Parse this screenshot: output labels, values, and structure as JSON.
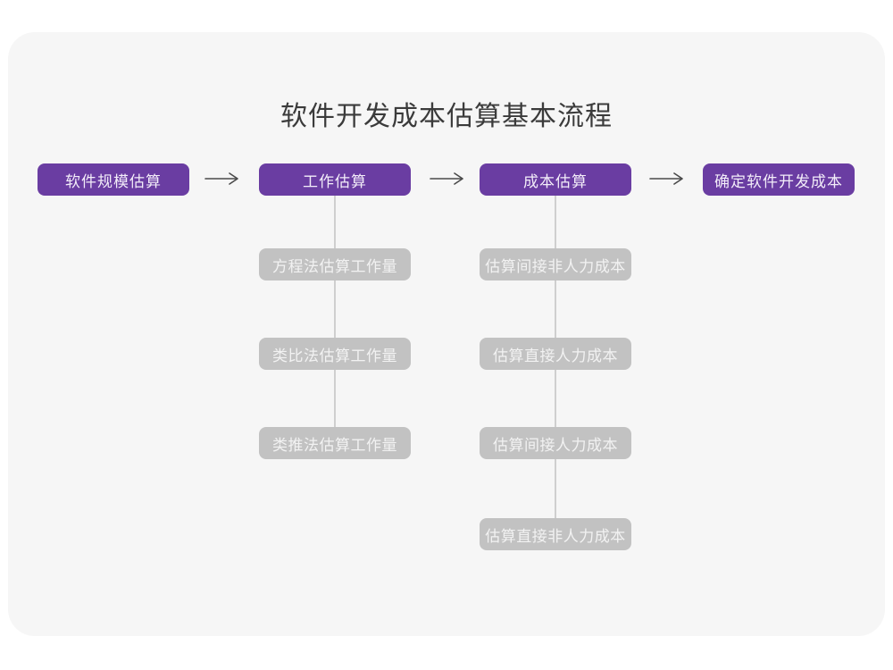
{
  "title": "软件开发成本估算基本流程",
  "colors": {
    "page_background": "#ffffff",
    "card_background": "#f6f6f6",
    "stage_fill": "#6a3da2",
    "stage_text": "#f3edf9",
    "sub_fill": "#c2c2c2",
    "sub_text": "#f2f2f2",
    "connector": "#cfcfcf",
    "arrow": "#4a4a4a",
    "title_text": "#3b3b3b"
  },
  "flow": {
    "stages": [
      {
        "label": "软件规模估算",
        "children": []
      },
      {
        "label": "工作估算",
        "children": [
          "方程法估算工作量",
          "类比法估算工作量",
          "类推法估算工作量"
        ]
      },
      {
        "label": "成本估算",
        "children": [
          "估算间接非人力成本",
          "估算直接人力成本",
          "估算间接人力成本",
          "估算直接非人力成本"
        ]
      },
      {
        "label": "确定软件开发成本",
        "children": []
      }
    ]
  }
}
